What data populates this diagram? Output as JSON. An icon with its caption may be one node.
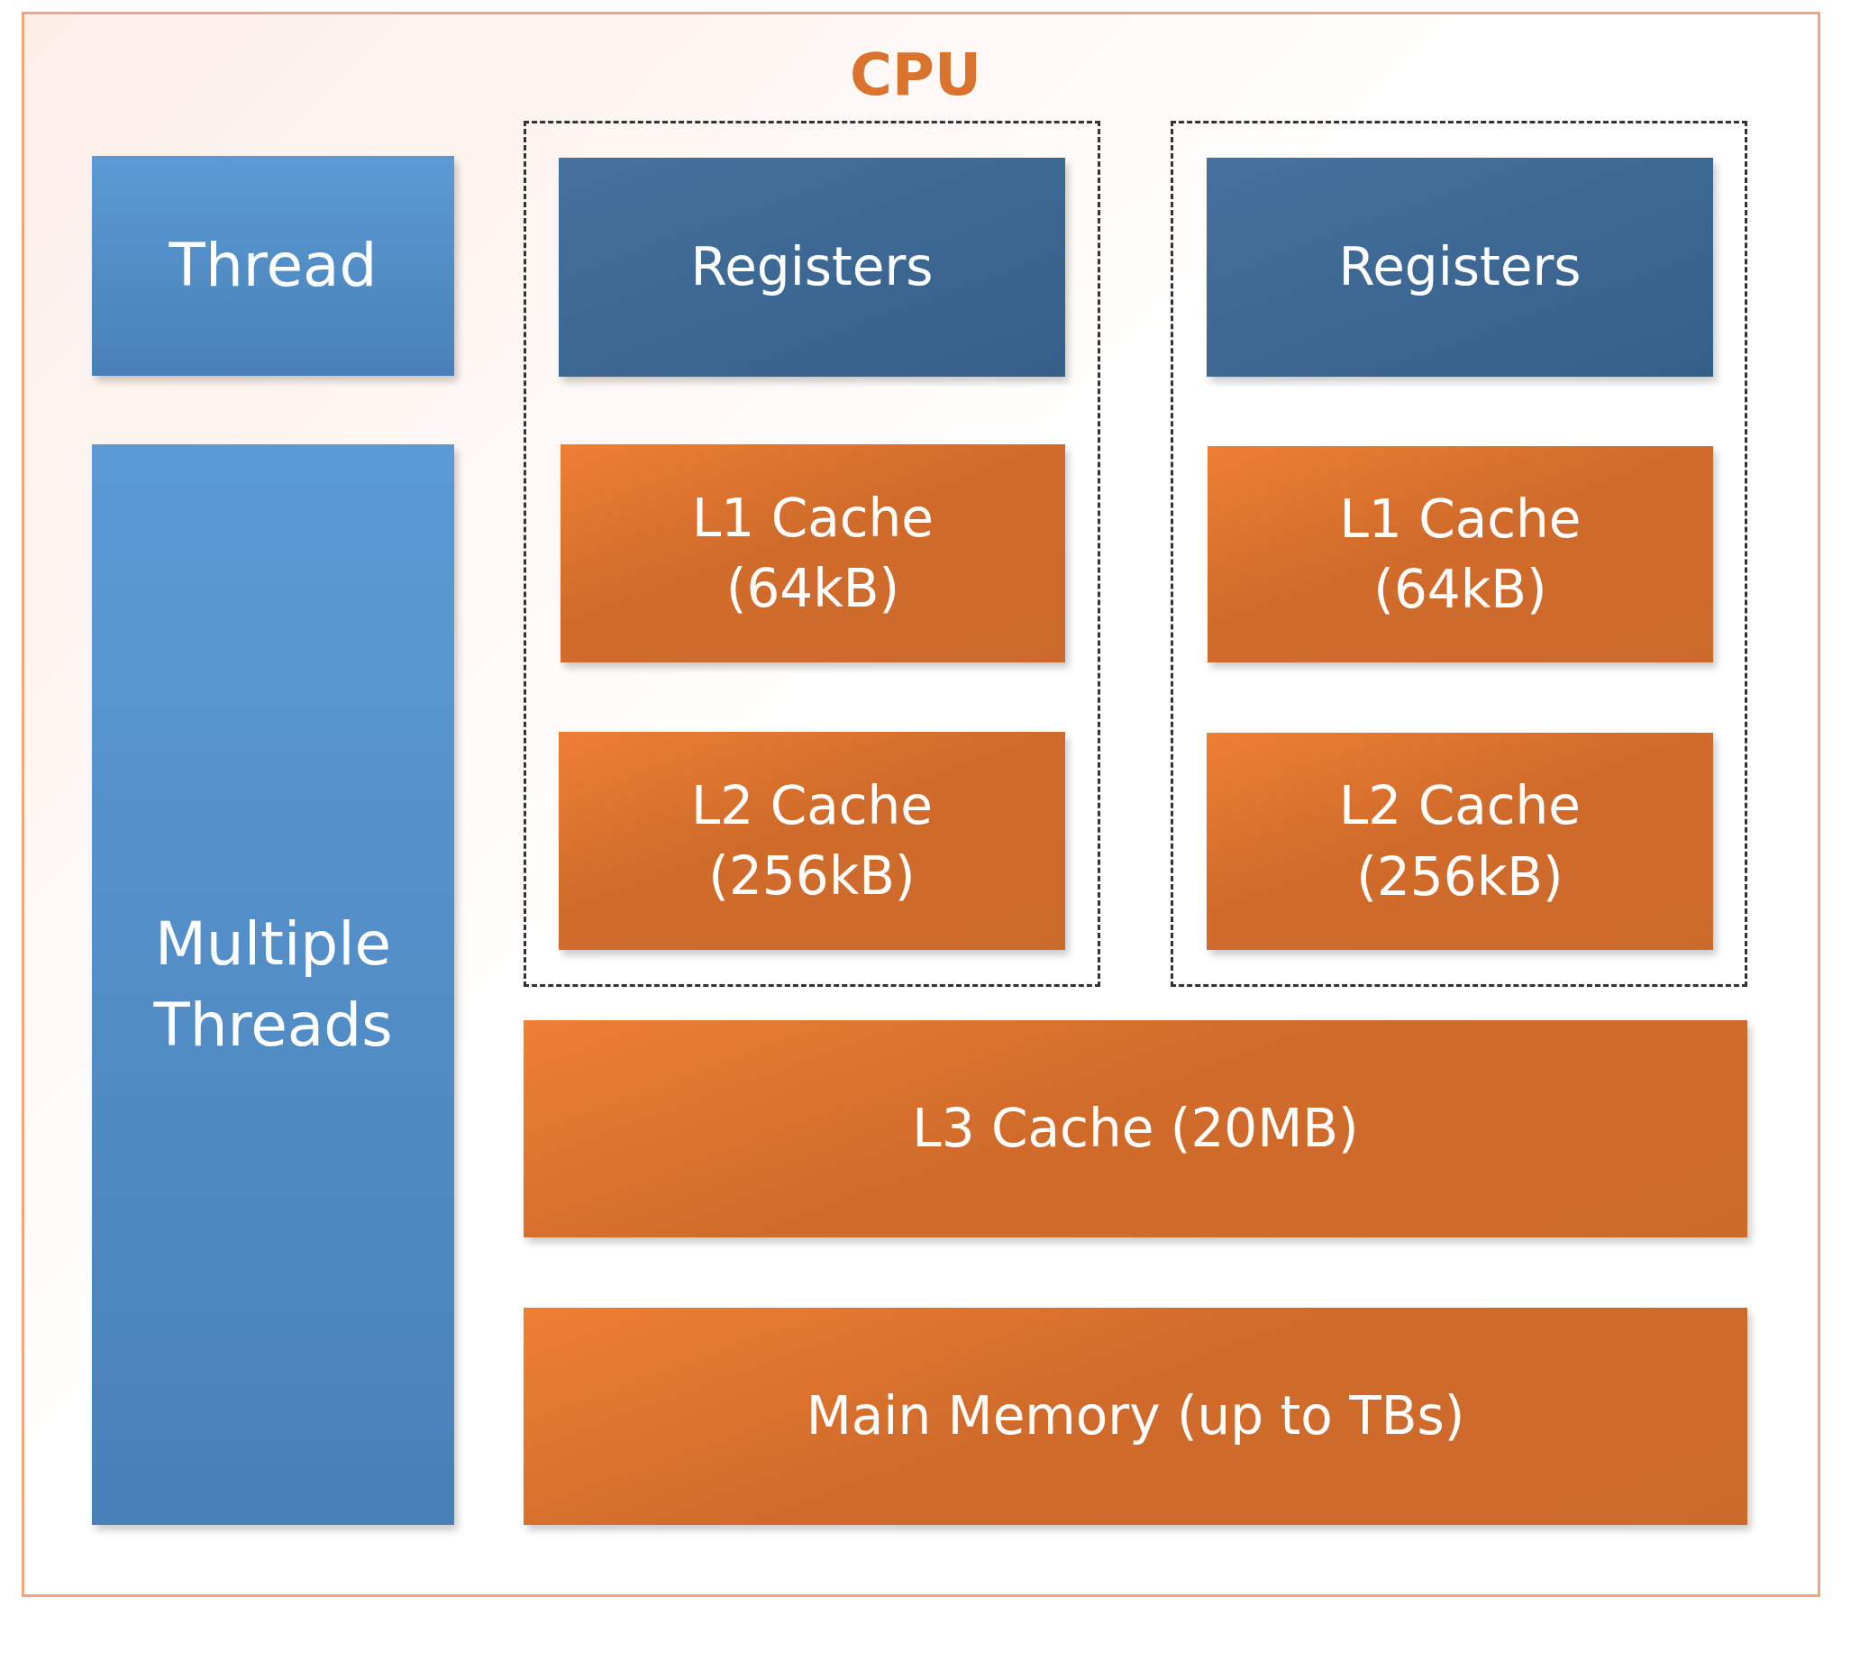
{
  "diagram": {
    "nodes": [
      {
        "text": [
          "CPU"
        ]
      },
      {
        "text": [
          "Thread"
        ],
        "in": 0
      },
      {
        "text": [],
        "shape": "box",
        "in": 0
      },
      {
        "text": [
          "Registers"
        ],
        "in": 2
      },
      {
        "text": [
          "L1 Cache (64kB)"
        ],
        "in": 2
      },
      {
        "text": [
          "L2 Cache (256kB)"
        ],
        "in": 2
      },
      {
        "text": [],
        "shape": "box",
        "in": 0
      },
      {
        "text": [
          "Registers"
        ],
        "in": 6
      },
      {
        "text": [
          "L1 Cache (64kB)"
        ],
        "in": 6
      },
      {
        "text": [
          "L2 Cache (256kB)"
        ],
        "in": 6
      },
      {
        "text": [
          "Multiple Threads"
        ],
        "in": 0
      },
      {
        "text": [
          "L3 Cache (20MB)"
        ],
        "in": 0
      },
      {
        "text": [
          "Main Memory (up to TBs)"
        ],
        "in": 0
      }
    ],
    "edges": []
  }
}
